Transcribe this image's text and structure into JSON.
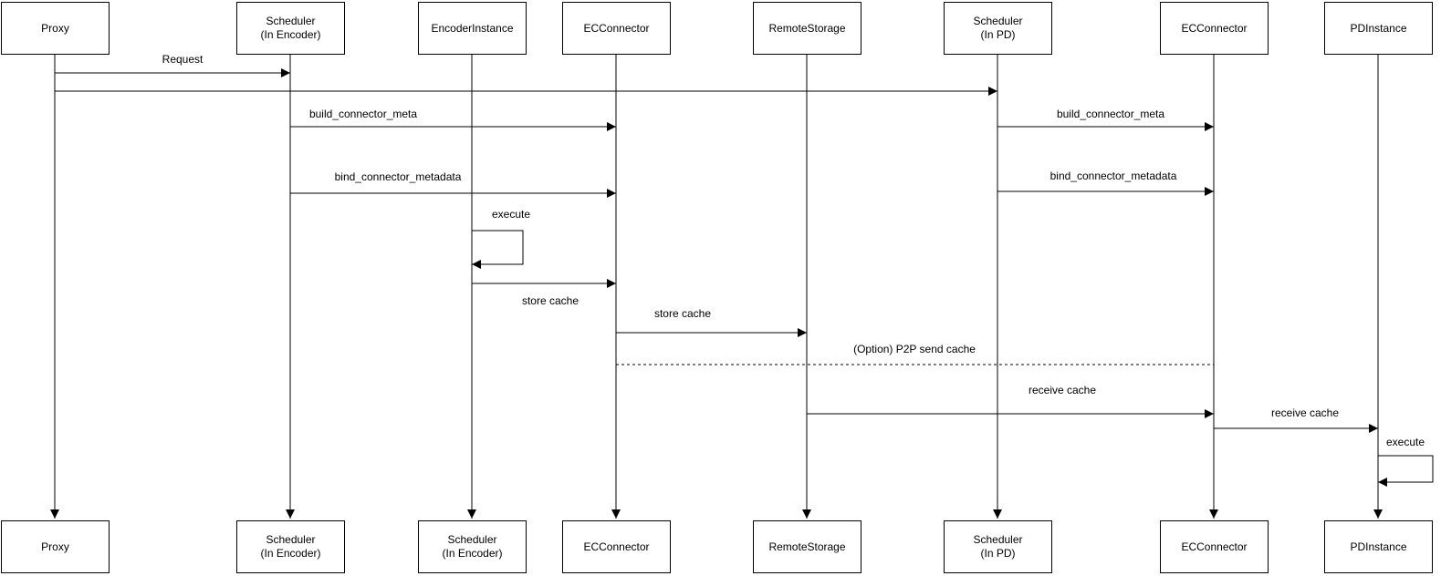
{
  "diagram": {
    "type": "sequence",
    "background_color": "#ffffff",
    "line_color": "#000000",
    "text_color": "#000000",
    "actors_top": [
      {
        "label": "Proxy"
      },
      {
        "label": "Scheduler\n(In Encoder)"
      },
      {
        "label": "EncoderInstance"
      },
      {
        "label": "ECConnector"
      },
      {
        "label": "RemoteStorage"
      },
      {
        "label": "Scheduler\n(In PD)"
      },
      {
        "label": "ECConnector"
      },
      {
        "label": "PDInstance"
      }
    ],
    "actors_bottom": [
      {
        "label": "Proxy"
      },
      {
        "label": "Scheduler\n(In Encoder)"
      },
      {
        "label": "Scheduler\n(In Encoder)"
      },
      {
        "label": "ECConnector"
      },
      {
        "label": "RemoteStorage"
      },
      {
        "label": "Scheduler\n(In PD)"
      },
      {
        "label": "ECConnector"
      },
      {
        "label": "PDInstance"
      }
    ],
    "messages": [
      {
        "label": "Request",
        "from": "Proxy",
        "to": "Scheduler (In Encoder)",
        "style": "solid"
      },
      {
        "label": "",
        "from": "Proxy",
        "to": "Scheduler (In PD)",
        "style": "solid"
      },
      {
        "label": "build_connector_meta",
        "from": "Scheduler (In Encoder)",
        "to": "ECConnector (Encoder)",
        "style": "solid"
      },
      {
        "label": "build_connector_meta",
        "from": "Scheduler (In PD)",
        "to": "ECConnector (PD)",
        "style": "solid"
      },
      {
        "label": "bind_connector_metadata",
        "from": "Scheduler (In Encoder)",
        "to": "ECConnector (Encoder)",
        "style": "solid"
      },
      {
        "label": "bind_connector_metadata",
        "from": "Scheduler (In PD)",
        "to": "ECConnector (PD)",
        "style": "solid"
      },
      {
        "label": "execute",
        "from": "EncoderInstance",
        "to": "EncoderInstance",
        "style": "self"
      },
      {
        "label": "store cache",
        "from": "EncoderInstance",
        "to": "ECConnector (Encoder)",
        "style": "solid"
      },
      {
        "label": "store cache",
        "from": "ECConnector (Encoder)",
        "to": "RemoteStorage",
        "style": "solid"
      },
      {
        "label": "(Option) P2P send cache",
        "from": "ECConnector (Encoder)",
        "to": "ECConnector (PD)",
        "style": "dashed"
      },
      {
        "label": "receive cache",
        "from": "RemoteStorage",
        "to": "ECConnector (PD)",
        "style": "solid"
      },
      {
        "label": "receive cache",
        "from": "ECConnector (PD)",
        "to": "PDInstance",
        "style": "solid"
      },
      {
        "label": "execute",
        "from": "PDInstance",
        "to": "PDInstance",
        "style": "self"
      }
    ]
  }
}
